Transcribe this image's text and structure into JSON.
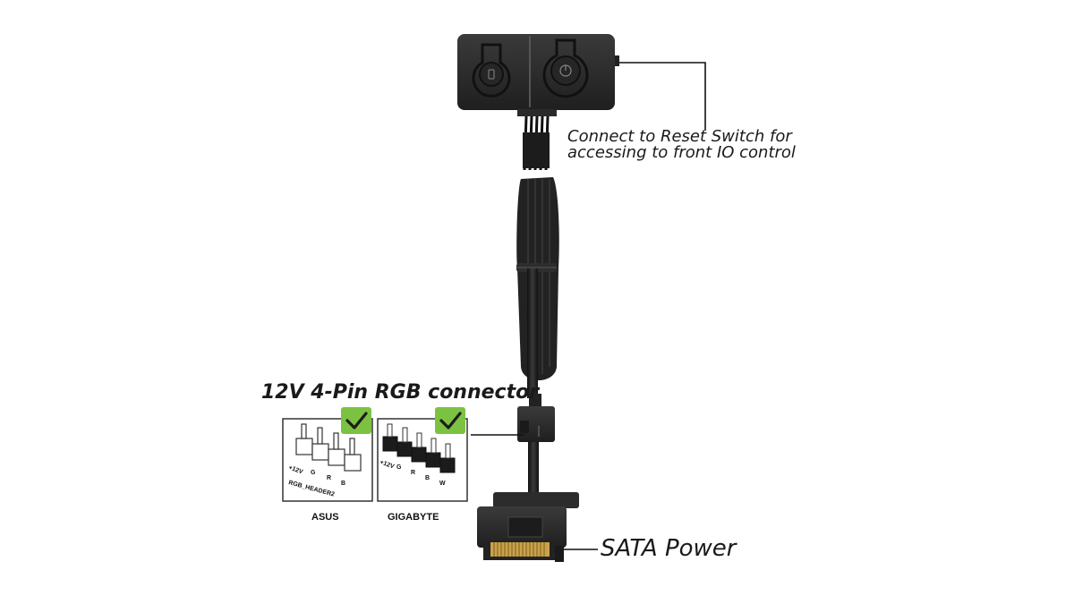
{
  "callouts": {
    "reset_line1": "Connect to Reset Switch for",
    "reset_line2": "accessing to front IO control",
    "rgb_connector": "12V 4-Pin RGB connector",
    "sata_power": "SATA Power"
  },
  "headers": {
    "asus": {
      "brand": "ASUS",
      "pins": [
        "+12V",
        "G",
        "R",
        "B"
      ],
      "header_name": "RGB_HEADER2",
      "compatible": true
    },
    "gigabyte": {
      "brand": "GIGABYTE",
      "pins": [
        "+12V",
        "G",
        "R",
        "B",
        "W"
      ],
      "compatible": true
    }
  },
  "colors": {
    "device_body": "#2b2b2b",
    "cable": "#1e1e1e",
    "check_badge": "#7cc242",
    "sata_pins": "#c9a24a"
  },
  "icons": [
    "reset-button-icon",
    "front-io-button-icon",
    "checkmark-icon"
  ]
}
